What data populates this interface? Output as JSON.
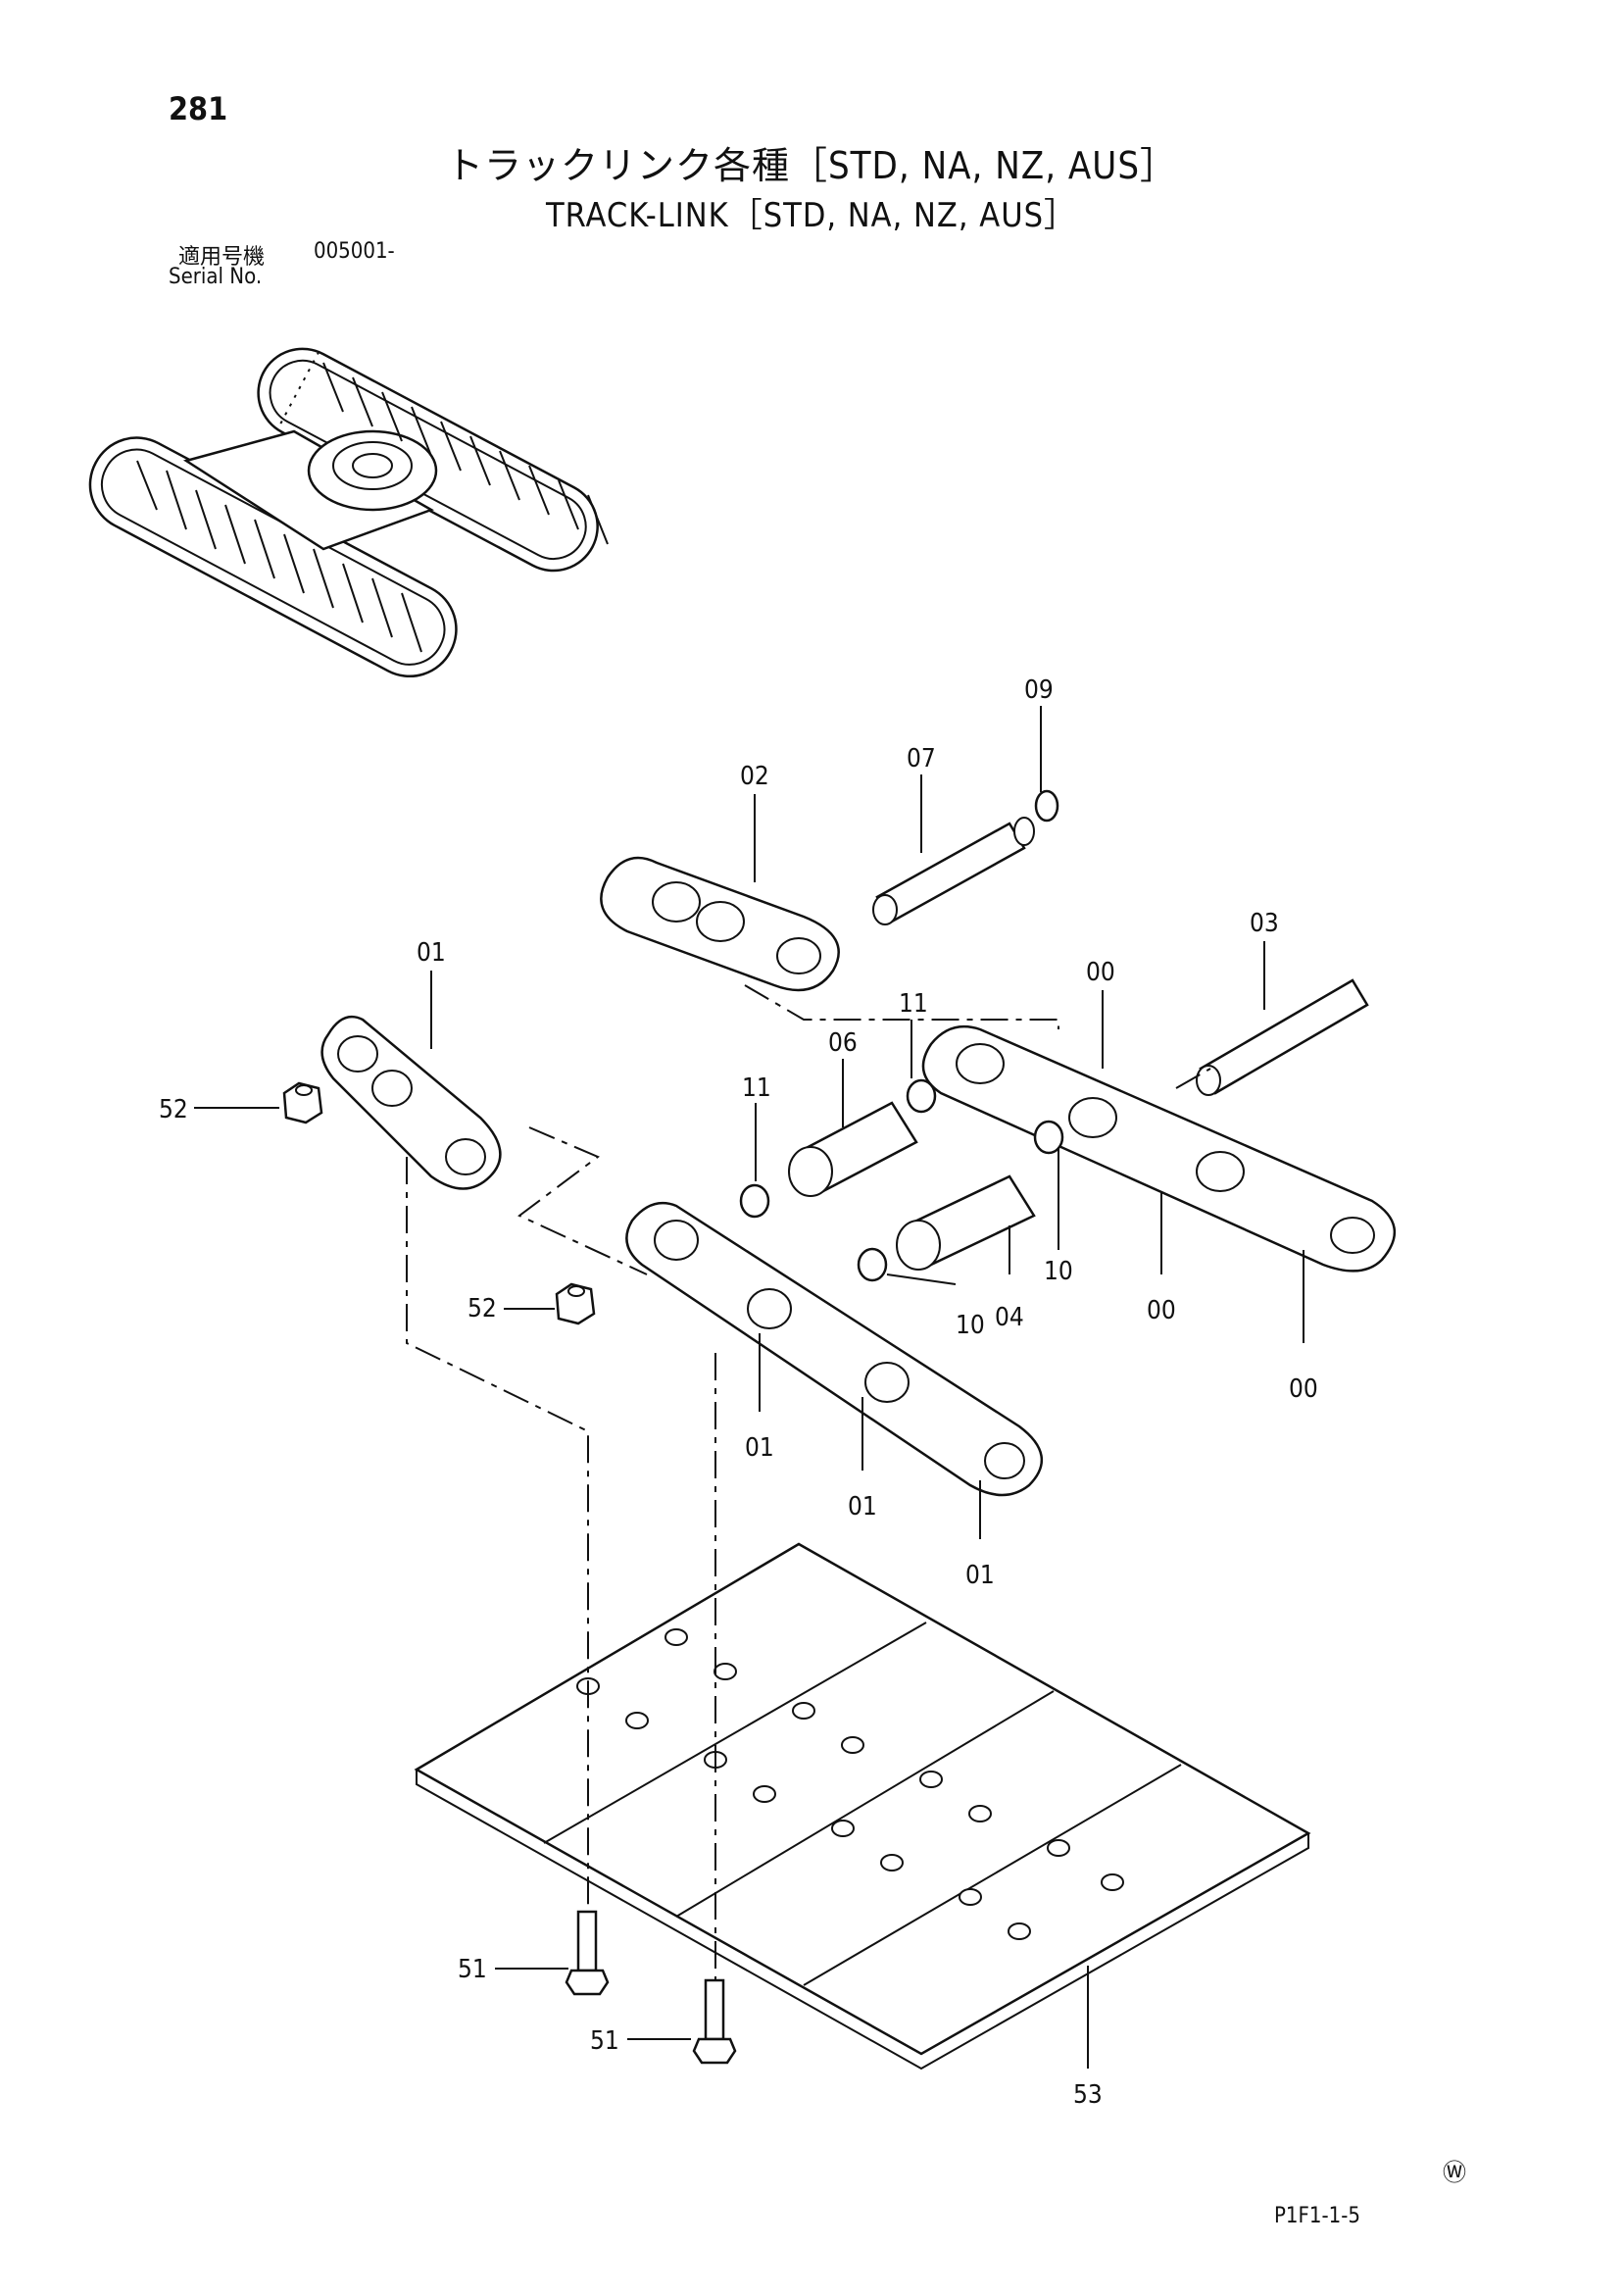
{
  "header": {
    "page_number": "281",
    "title_jp": "トラックリンク各種［STD, NA, NZ, AUS］",
    "title_en": "TRACK-LINK［STD, NA, NZ, AUS］",
    "serial_label_jp": "適用号機",
    "serial_value": "005001-",
    "serial_label_en": "Serial No."
  },
  "callouts": [
    {
      "id": "c09",
      "label": "09"
    },
    {
      "id": "c02",
      "label": "02"
    },
    {
      "id": "c07",
      "label": "07"
    },
    {
      "id": "c03",
      "label": "03"
    },
    {
      "id": "c00a",
      "label": "00"
    },
    {
      "id": "c01a",
      "label": "01"
    },
    {
      "id": "c11a",
      "label": "11"
    },
    {
      "id": "c06",
      "label": "06"
    },
    {
      "id": "c11b",
      "label": "11"
    },
    {
      "id": "c52a",
      "label": "52"
    },
    {
      "id": "c52b",
      "label": "52"
    },
    {
      "id": "c10a",
      "label": "10"
    },
    {
      "id": "c10b",
      "label": "10"
    },
    {
      "id": "c04",
      "label": "04"
    },
    {
      "id": "c00b",
      "label": "00"
    },
    {
      "id": "c00c",
      "label": "00"
    },
    {
      "id": "c01b",
      "label": "01"
    },
    {
      "id": "c01c",
      "label": "01"
    },
    {
      "id": "c01d",
      "label": "01"
    },
    {
      "id": "c51a",
      "label": "51"
    },
    {
      "id": "c51b",
      "label": "51"
    },
    {
      "id": "c53",
      "label": "53"
    }
  ],
  "footer": {
    "mark": "Ⓦ",
    "page_code": "P1F1-1-5"
  }
}
